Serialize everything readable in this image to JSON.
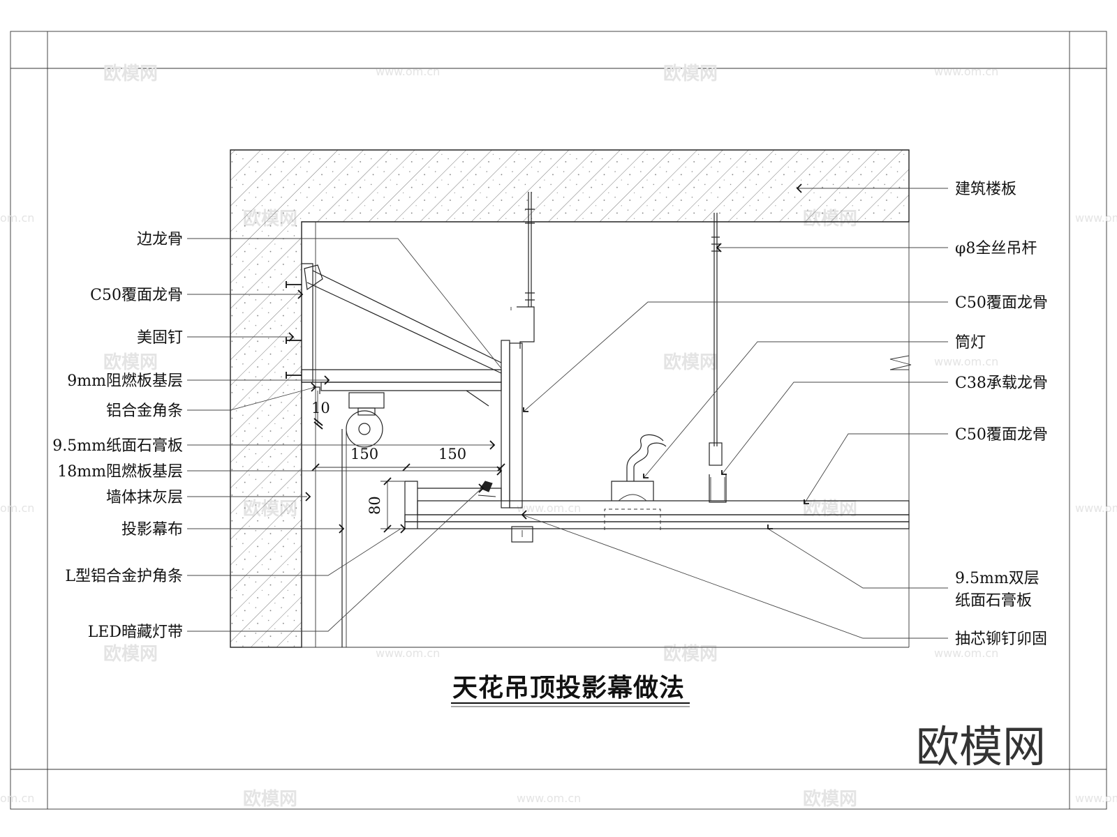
{
  "title": "天花吊顶投影幕做法",
  "brand": "欧模网",
  "watermark": {
    "logo": "欧模网",
    "url": "www.om.cn",
    "edge": "om.cn"
  },
  "dimensions": {
    "d10": "10",
    "d150a": "150",
    "d150b": "150",
    "d80": "80"
  },
  "labels_left": [
    "边龙骨",
    "C50覆面龙骨",
    "美固钉",
    "9mm阻燃板基层",
    "铝合金角条",
    "9.5mm纸面石膏板",
    "18mm阻燃板基层",
    "墙体抹灰层",
    "投影幕布",
    "L型铝合金护角条",
    "LED暗藏灯带"
  ],
  "labels_right": [
    "建筑楼板",
    "φ8全丝吊杆",
    "C50覆面龙骨",
    "筒灯",
    "C38承载龙骨",
    "C50覆面龙骨",
    "9.5mm双层",
    "纸面石膏板",
    "抽芯铆钉卯固"
  ]
}
